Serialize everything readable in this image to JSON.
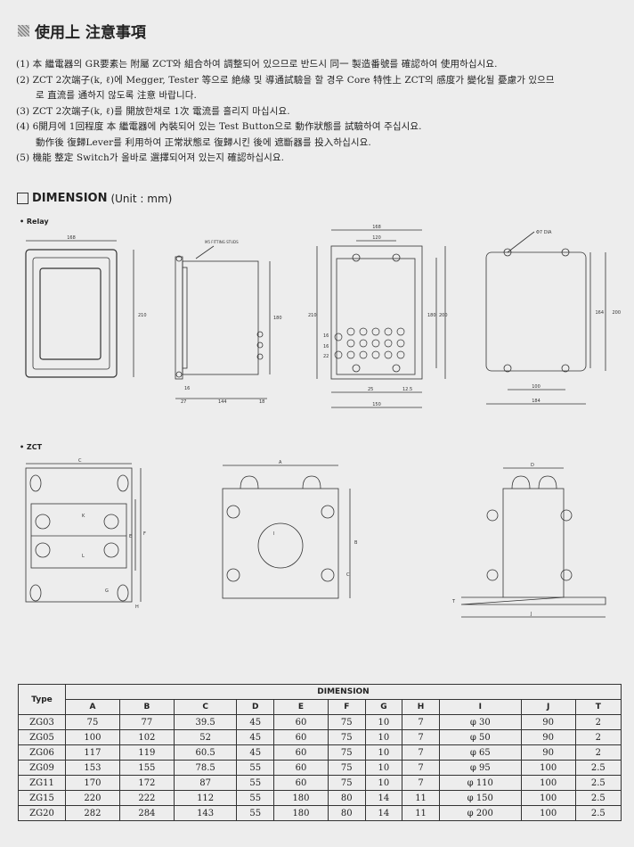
{
  "title": "使用上 注意事項",
  "notes": [
    "(1) 本 繼電器의 GR要素는 附屬 ZCT와 組合하여 調整되어 있으므로 반드시 同一 製造番號를 確認하여 使用하십시요.",
    "(2) ZCT 2次端子(k, ℓ)에 Megger, Tester 等으로 絶緣 및 導通試驗을 할 경우 Core 特性上 ZCT의 感度가 變化될 憂慮가 있으므",
    "로 直流를 通하지 않도록 注意 바랍니다.",
    "(3) ZCT 2次端子(k, ℓ)를 開放한채로 1次 電流를 흘리지 마십시요.",
    "(4) 6開月에 1回程度 本 繼電器에 內裝되어 있는 Test Button으로 動作狀態를 試驗하여 주십시요.",
    "動作後 復歸Lever를 利用하여 正常狀態로 復歸시킨 後에 遮斷器를 投入하십시요.",
    "(5) 機能 整定 Switch가 올바로 選擇되어져 있는지 確認하십시요."
  ],
  "dimension": {
    "label": "DIMENSION",
    "unit": "(Unit : mm)"
  },
  "relay_label": "• Relay",
  "zct_label": "• ZCT",
  "relay_dims": {
    "front_w": "168",
    "front_h": "210",
    "studs": "M5 FITTING STUDS",
    "side_h": "180",
    "side_16": "16",
    "side_27": "27",
    "side_144": "144",
    "side_18": "18",
    "rear_168": "168",
    "rear_120": "120",
    "rear_180": "180",
    "rear_200": "200",
    "rear_210": "210",
    "rear_16a": "16",
    "rear_16b": "16",
    "rear_22": "22",
    "rear_25": "25",
    "rear_125": "12.5",
    "rear_150": "150",
    "cut_dia": "Φ7 DIA",
    "cut_100": "100",
    "cut_184": "184",
    "cut_200": "200",
    "cut_164": "164"
  },
  "zct_dims": {
    "C": "C",
    "F": "F",
    "E": "E",
    "H": "H",
    "G": "G",
    "A": "A",
    "B": "B",
    "I": "I",
    "J": "J",
    "D": "D",
    "T": "T",
    "k": "K",
    "l": "L"
  },
  "table": {
    "type_header": "Type",
    "dimension_header": "DIMENSION",
    "columns": [
      "A",
      "B",
      "C",
      "D",
      "E",
      "F",
      "G",
      "H",
      "I",
      "J",
      "T"
    ],
    "rows": [
      [
        "ZG03",
        "75",
        "77",
        "39.5",
        "45",
        "60",
        "75",
        "10",
        "7",
        "φ 30",
        "90",
        "2"
      ],
      [
        "ZG05",
        "100",
        "102",
        "52",
        "45",
        "60",
        "75",
        "10",
        "7",
        "φ 50",
        "90",
        "2"
      ],
      [
        "ZG06",
        "117",
        "119",
        "60.5",
        "45",
        "60",
        "75",
        "10",
        "7",
        "φ 65",
        "90",
        "2"
      ],
      [
        "ZG09",
        "153",
        "155",
        "78.5",
        "55",
        "60",
        "75",
        "10",
        "7",
        "φ 95",
        "100",
        "2.5"
      ],
      [
        "ZG11",
        "170",
        "172",
        "87",
        "55",
        "60",
        "75",
        "10",
        "7",
        "φ 110",
        "100",
        "2.5"
      ],
      [
        "ZG15",
        "220",
        "222",
        "112",
        "55",
        "180",
        "80",
        "14",
        "11",
        "φ 150",
        "100",
        "2.5"
      ],
      [
        "ZG20",
        "282",
        "284",
        "143",
        "55",
        "180",
        "80",
        "14",
        "11",
        "φ 200",
        "100",
        "2.5"
      ]
    ]
  },
  "colors": {
    "background": "#ededed",
    "ink": "#222222"
  }
}
